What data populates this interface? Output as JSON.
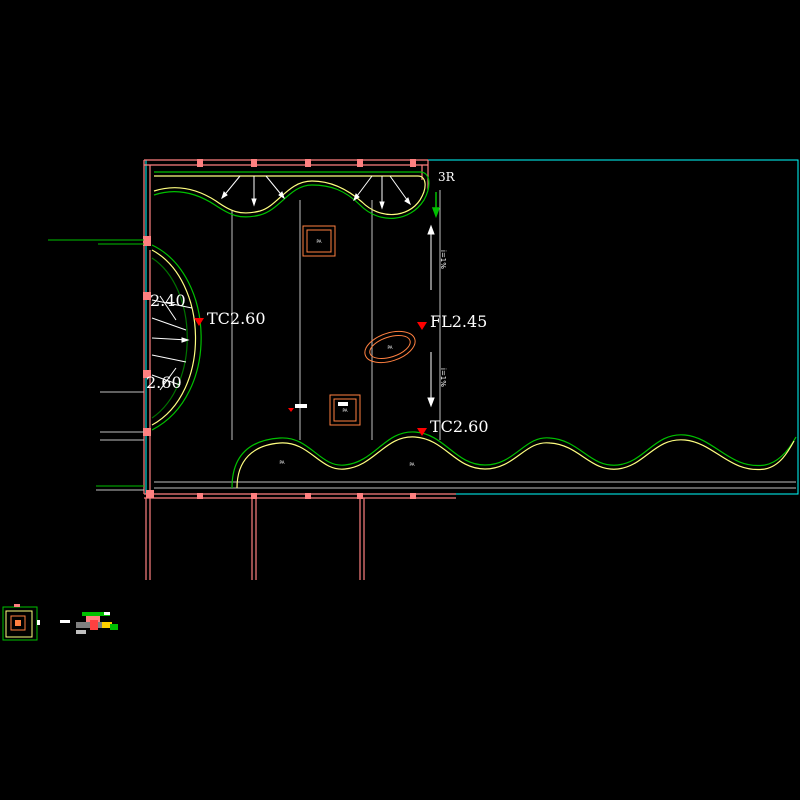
{
  "drawing": {
    "labels": {
      "level_left_upper": "2.40",
      "level_left_lower": "2.60",
      "tc_left": "TC2.60",
      "fl_mid": "FL2.45",
      "tc_bottom": "TC2.60",
      "tag_3r": "3R",
      "slope_upper": "i=1%",
      "slope_lower": "i=1%",
      "pa_planter_1": "PA",
      "pa_planter_2": "PA",
      "pa_oval": "PA",
      "pa_bed_1": "PA",
      "pa_bed_2": "PA"
    },
    "colors": {
      "background": "#000000",
      "wall_red": "#ff8080",
      "cyan": "#00ffff",
      "green": "#00c000",
      "yellow": "#ffff80",
      "white": "#ffffff",
      "grey_line": "#c0c0c0",
      "orange": "#ff8040",
      "marker_red": "#ff0000"
    }
  }
}
